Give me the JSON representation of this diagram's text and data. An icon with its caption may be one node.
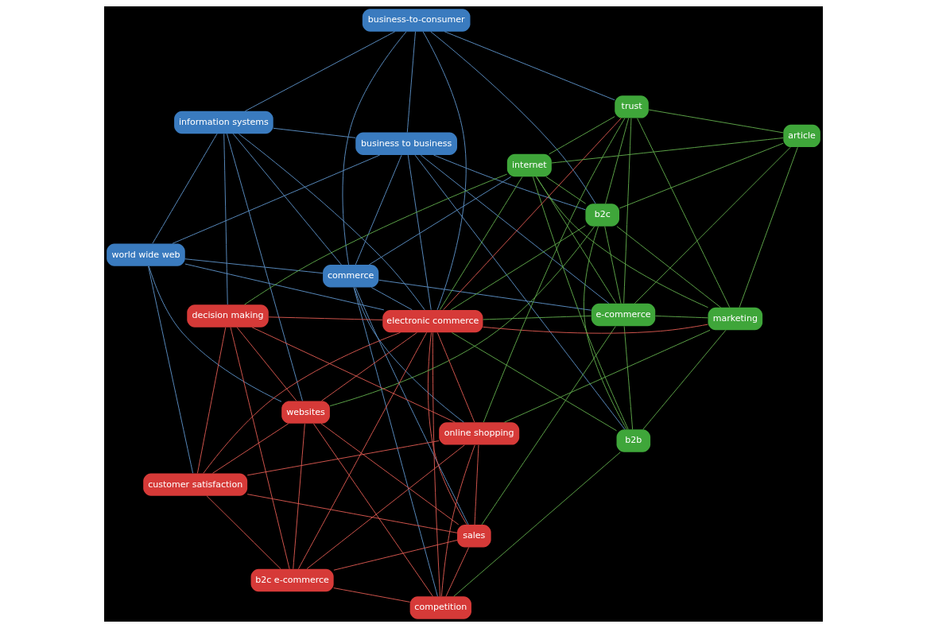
{
  "diagram": {
    "nodes": [
      {
        "text": [
          "business to business"
        ]
      },
      {
        "text": [
          "commerce"
        ]
      },
      {
        "text": [
          "business-to-consumer"
        ]
      },
      {
        "text": [
          "information systems"
        ]
      },
      {
        "text": [
          "b2b"
        ]
      },
      {
        "text": [
          "world wide web"
        ]
      },
      {
        "text": [
          "competition"
        ]
      },
      {
        "text": [
          "sales"
        ]
      },
      {
        "text": [
          "websites"
        ]
      },
      {
        "text": [
          "b2c"
        ]
      },
      {
        "text": [
          "e-commerce"
        ]
      },
      {
        "text": [
          "customer satisfaction"
        ]
      },
      {
        "text": [
          "electronic commerce"
        ]
      },
      {
        "text": [
          "marketing"
        ]
      },
      {
        "text": [
          "decision making"
        ]
      },
      {
        "text": [
          "internet"
        ]
      },
      {
        "text": [
          "b2c e-commerce"
        ]
      },
      {
        "text": [
          "article"
        ]
      },
      {
        "text": [
          "online shopping"
        ]
      },
      {
        "text": [
          "trust"
        ]
      }
    ],
    "edges": [
      {
        "from": 0,
        "to": 1,
        "arrow": "none",
        "color": "#5b8fc4"
      },
      {
        "from": 0,
        "to": 2,
        "arrow": "none",
        "color": "#5b8fc4"
      },
      {
        "from": 0,
        "to": 3,
        "arrow": "none",
        "color": "#5b8fc4"
      },
      {
        "from": 0,
        "to": 5,
        "arrow": "none",
        "color": "#5b8fc4"
      },
      {
        "from": 1,
        "to": 2,
        "arrow": "none",
        "color": "#5b8fc4"
      },
      {
        "from": 1,
        "to": 3,
        "arrow": "none",
        "color": "#5b8fc4"
      },
      {
        "from": 1,
        "to": 5,
        "arrow": "none",
        "color": "#5b8fc4"
      },
      {
        "from": 2,
        "to": 3,
        "arrow": "none",
        "color": "#5b8fc4"
      },
      {
        "from": 3,
        "to": 5,
        "arrow": "none",
        "color": "#5b8fc4"
      },
      {
        "from": 0,
        "to": 12,
        "arrow": "none",
        "color": "#5b8fc4"
      },
      {
        "from": 1,
        "to": 12,
        "arrow": "none",
        "color": "#5b8fc4"
      },
      {
        "from": 2,
        "to": 12,
        "arrow": "none",
        "color": "#5b8fc4"
      },
      {
        "from": 1,
        "to": 7,
        "arrow": "none",
        "color": "#5b8fc4"
      },
      {
        "from": 3,
        "to": 8,
        "arrow": "none",
        "color": "#5b8fc4"
      },
      {
        "from": 5,
        "to": 8,
        "arrow": "none",
        "color": "#5b8fc4"
      },
      {
        "from": 5,
        "to": 11,
        "arrow": "none",
        "color": "#5b8fc4"
      },
      {
        "from": 3,
        "to": 14,
        "arrow": "none",
        "color": "#5b8fc4"
      },
      {
        "from": 1,
        "to": 6,
        "arrow": "none",
        "color": "#5b8fc4"
      },
      {
        "from": 0,
        "to": 4,
        "arrow": "none",
        "color": "#5b8fc4"
      },
      {
        "from": 0,
        "to": 9,
        "arrow": "none",
        "color": "#5b8fc4"
      },
      {
        "from": 2,
        "to": 9,
        "arrow": "none",
        "color": "#5b8fc4"
      },
      {
        "from": 1,
        "to": 15,
        "arrow": "none",
        "color": "#5b8fc4"
      },
      {
        "from": 0,
        "to": 10,
        "arrow": "none",
        "color": "#5b8fc4"
      },
      {
        "from": 1,
        "to": 10,
        "arrow": "none",
        "color": "#5b8fc4"
      },
      {
        "from": 3,
        "to": 12,
        "arrow": "none",
        "color": "#5b8fc4"
      },
      {
        "from": 5,
        "to": 12,
        "arrow": "none",
        "color": "#5b8fc4"
      },
      {
        "from": 1,
        "to": 18,
        "arrow": "none",
        "color": "#5b8fc4"
      },
      {
        "from": 2,
        "to": 19,
        "arrow": "none",
        "color": "#5b8fc4"
      },
      {
        "from": 4,
        "to": 9,
        "arrow": "none",
        "color": "#5fa84a"
      },
      {
        "from": 4,
        "to": 10,
        "arrow": "none",
        "color": "#5fa84a"
      },
      {
        "from": 4,
        "to": 12,
        "arrow": "none",
        "color": "#5fa84a"
      },
      {
        "from": 4,
        "to": 13,
        "arrow": "none",
        "color": "#5fa84a"
      },
      {
        "from": 4,
        "to": 15,
        "arrow": "none",
        "color": "#5fa84a"
      },
      {
        "from": 9,
        "to": 10,
        "arrow": "none",
        "color": "#5fa84a"
      },
      {
        "from": 9,
        "to": 13,
        "arrow": "none",
        "color": "#5fa84a"
      },
      {
        "from": 9,
        "to": 15,
        "arrow": "none",
        "color": "#5fa84a"
      },
      {
        "from": 9,
        "to": 19,
        "arrow": "none",
        "color": "#5fa84a"
      },
      {
        "from": 9,
        "to": 12,
        "arrow": "none",
        "color": "#5fa84a"
      },
      {
        "from": 10,
        "to": 13,
        "arrow": "none",
        "color": "#5fa84a"
      },
      {
        "from": 10,
        "to": 15,
        "arrow": "none",
        "color": "#5fa84a"
      },
      {
        "from": 10,
        "to": 19,
        "arrow": "none",
        "color": "#5fa84a"
      },
      {
        "from": 10,
        "to": 12,
        "arrow": "none",
        "color": "#5fa84a"
      },
      {
        "from": 13,
        "to": 15,
        "arrow": "none",
        "color": "#5fa84a"
      },
      {
        "from": 13,
        "to": 19,
        "arrow": "none",
        "color": "#5fa84a"
      },
      {
        "from": 15,
        "to": 19,
        "arrow": "none",
        "color": "#5fa84a"
      },
      {
        "from": 17,
        "to": 9,
        "arrow": "none",
        "color": "#5fa84a"
      },
      {
        "from": 17,
        "to": 15,
        "arrow": "none",
        "color": "#5fa84a"
      },
      {
        "from": 17,
        "to": 13,
        "arrow": "none",
        "color": "#5fa84a"
      },
      {
        "from": 17,
        "to": 19,
        "arrow": "none",
        "color": "#5fa84a"
      },
      {
        "from": 17,
        "to": 10,
        "arrow": "none",
        "color": "#5fa84a"
      },
      {
        "from": 19,
        "to": 18,
        "arrow": "none",
        "color": "#5fa84a"
      },
      {
        "from": 15,
        "to": 12,
        "arrow": "none",
        "color": "#5fa84a"
      },
      {
        "from": 10,
        "to": 7,
        "arrow": "none",
        "color": "#5fa84a"
      },
      {
        "from": 4,
        "to": 6,
        "arrow": "none",
        "color": "#5fa84a"
      },
      {
        "from": 9,
        "to": 8,
        "arrow": "none",
        "color": "#5fa84a"
      },
      {
        "from": 13,
        "to": 18,
        "arrow": "none",
        "color": "#5fa84a"
      },
      {
        "from": 15,
        "to": 14,
        "arrow": "none",
        "color": "#5fa84a"
      },
      {
        "from": 6,
        "to": 7,
        "arrow": "none",
        "color": "#d9584f"
      },
      {
        "from": 6,
        "to": 12,
        "arrow": "none",
        "color": "#d9584f"
      },
      {
        "from": 6,
        "to": 8,
        "arrow": "none",
        "color": "#d9584f"
      },
      {
        "from": 7,
        "to": 12,
        "arrow": "none",
        "color": "#d9584f"
      },
      {
        "from": 7,
        "to": 8,
        "arrow": "none",
        "color": "#d9584f"
      },
      {
        "from": 7,
        "to": 11,
        "arrow": "none",
        "color": "#d9584f"
      },
      {
        "from": 7,
        "to": 18,
        "arrow": "none",
        "color": "#d9584f"
      },
      {
        "from": 8,
        "to": 12,
        "arrow": "none",
        "color": "#d9584f"
      },
      {
        "from": 8,
        "to": 11,
        "arrow": "none",
        "color": "#d9584f"
      },
      {
        "from": 8,
        "to": 14,
        "arrow": "none",
        "color": "#d9584f"
      },
      {
        "from": 8,
        "to": 16,
        "arrow": "none",
        "color": "#d9584f"
      },
      {
        "from": 11,
        "to": 12,
        "arrow": "none",
        "color": "#d9584f"
      },
      {
        "from": 11,
        "to": 14,
        "arrow": "none",
        "color": "#d9584f"
      },
      {
        "from": 11,
        "to": 16,
        "arrow": "none",
        "color": "#d9584f"
      },
      {
        "from": 12,
        "to": 14,
        "arrow": "none",
        "color": "#d9584f"
      },
      {
        "from": 12,
        "to": 16,
        "arrow": "none",
        "color": "#d9584f"
      },
      {
        "from": 12,
        "to": 18,
        "arrow": "none",
        "color": "#d9584f"
      },
      {
        "from": 14,
        "to": 16,
        "arrow": "none",
        "color": "#d9584f"
      },
      {
        "from": 14,
        "to": 18,
        "arrow": "none",
        "color": "#d9584f"
      },
      {
        "from": 16,
        "to": 18,
        "arrow": "none",
        "color": "#d9584f"
      },
      {
        "from": 6,
        "to": 18,
        "arrow": "none",
        "color": "#d9584f"
      },
      {
        "from": 7,
        "to": 16,
        "arrow": "none",
        "color": "#d9584f"
      },
      {
        "from": 11,
        "to": 18,
        "arrow": "none",
        "color": "#d9584f"
      },
      {
        "from": 6,
        "to": 16,
        "arrow": "none",
        "color": "#d9584f"
      },
      {
        "from": 12,
        "to": 19,
        "arrow": "none",
        "color": "#d9584f"
      },
      {
        "from": 12,
        "to": 13,
        "arrow": "none",
        "color": "#d9584f"
      }
    ]
  }
}
